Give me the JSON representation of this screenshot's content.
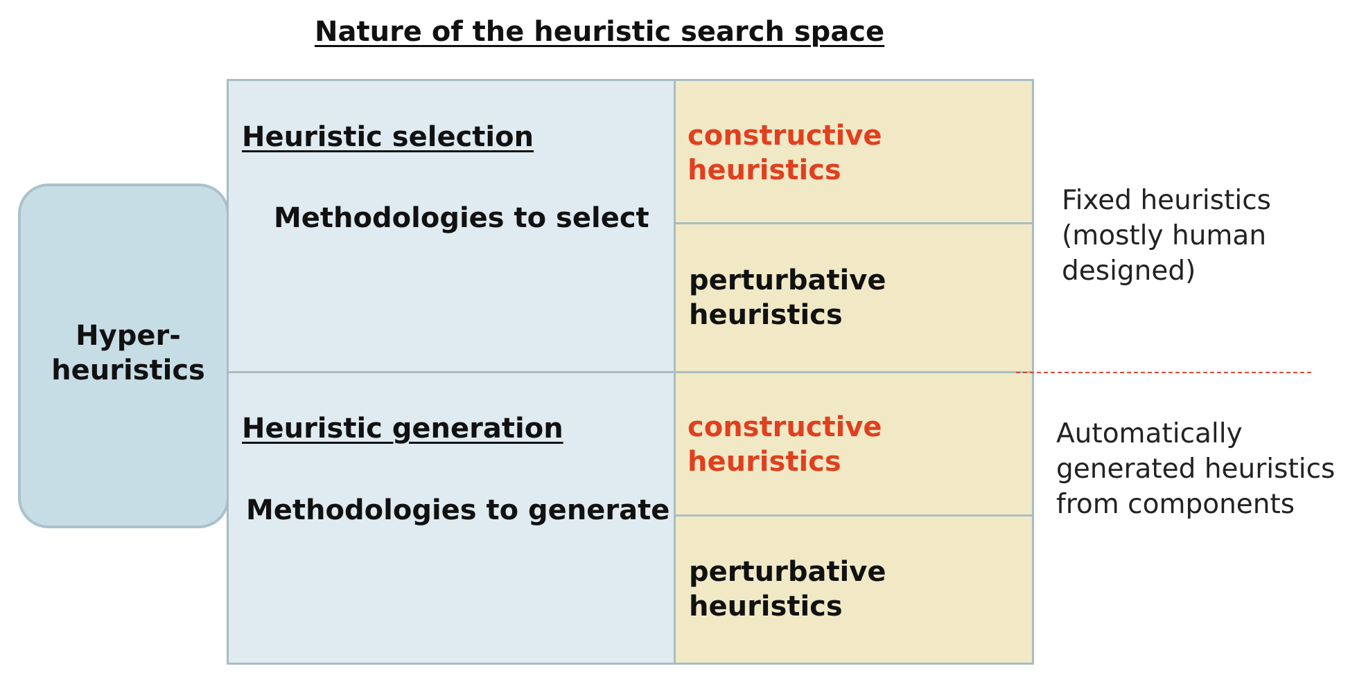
{
  "title": "Nature of the heuristic search space",
  "hyper_heuristics": {
    "line1": "Hyper-",
    "line2": "heuristics"
  },
  "selection": {
    "heading": "Heuristic selection",
    "method": "Methodologies to select",
    "constructive": [
      "constructive",
      "heuristics"
    ],
    "perturbative": [
      "perturbative",
      "heuristics"
    ]
  },
  "generation": {
    "heading": "Heuristic generation",
    "method": "Methodologies to generate",
    "constructive": [
      "constructive",
      "heuristics"
    ],
    "perturbative": [
      "perturbative",
      "heuristics"
    ]
  },
  "notes": {
    "fixed": [
      "Fixed heuristics",
      "(mostly human",
      "designed)"
    ],
    "automatic": [
      "Automatically",
      "generated heuristics",
      "from components"
    ]
  },
  "colors": {
    "constructive_text": "#e0401f",
    "panel_blue": "#dfebf1",
    "cell_tan": "#f1e9c6",
    "divider": "#d94b36"
  }
}
